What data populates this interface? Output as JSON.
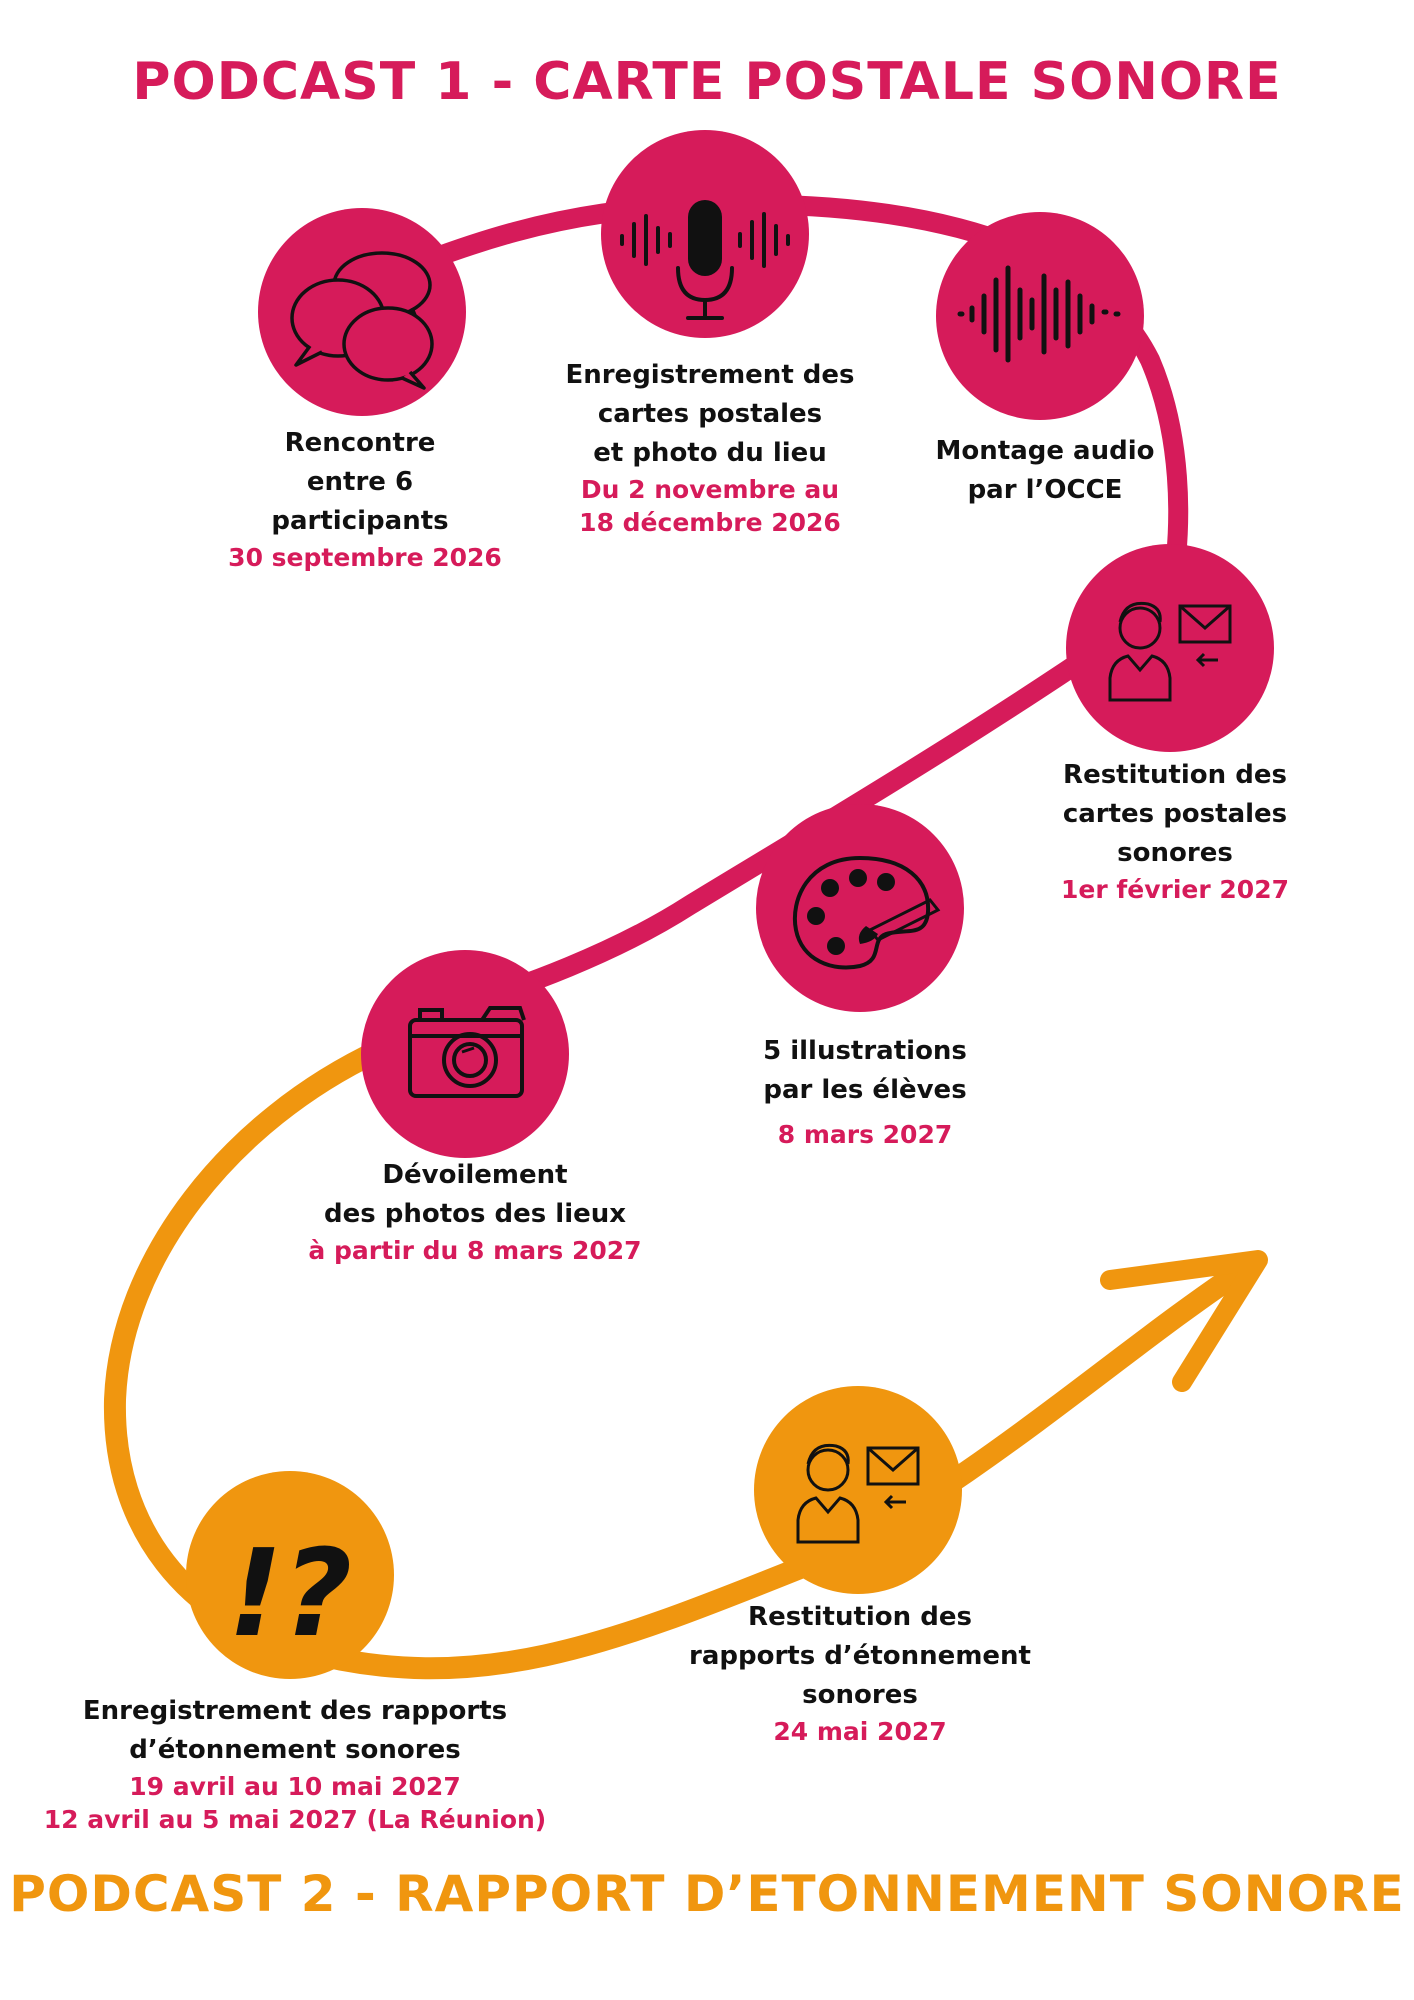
{
  "titles": {
    "podcast1": "PODCAST 1 - CARTE POSTALE SONORE",
    "podcast2": "PODCAST 2 - RAPPORT D’ETONNEMENT SONORE"
  },
  "colors": {
    "pink": "#d61b5a",
    "orange": "#f0960f",
    "text": "#111111"
  },
  "steps": [
    {
      "icon": "speech-bubbles-icon",
      "label": [
        "Rencontre",
        "entre 6",
        "participants"
      ],
      "date": [
        "30 septembre 2026"
      ]
    },
    {
      "icon": "microphone-icon",
      "label": [
        "Enregistrement des",
        "cartes postales",
        "et photo du lieu"
      ],
      "date": [
        "Du 2 novembre au",
        "18 décembre 2026"
      ]
    },
    {
      "icon": "sound-wave-icon",
      "label": [
        "Montage audio",
        "par l’OCCE"
      ],
      "date": []
    },
    {
      "icon": "person-mail-icon",
      "label": [
        "Restitution des",
        "cartes postales",
        "sonores"
      ],
      "date": [
        "1er février 2027"
      ]
    },
    {
      "icon": "paint-palette-icon",
      "label": [
        "5 illustrations",
        "par les élèves"
      ],
      "date": [
        "8 mars 2027"
      ]
    },
    {
      "icon": "camera-icon",
      "label": [
        "Dévoilement",
        "des photos des lieux"
      ],
      "date": [
        "à partir du 8 mars 2027"
      ]
    },
    {
      "icon": "interrobang-icon",
      "label": [
        "Enregistrement des rapports",
        "d’étonnement sonores"
      ],
      "date": [
        "19 avril au 10 mai 2027",
        "12 avril au 5 mai 2027 (La Réunion)"
      ]
    },
    {
      "icon": "person-mail-icon",
      "label": [
        "Restitution des",
        "rapports d’étonnement",
        "sonores"
      ],
      "date": [
        "24 mai 2027"
      ]
    }
  ]
}
